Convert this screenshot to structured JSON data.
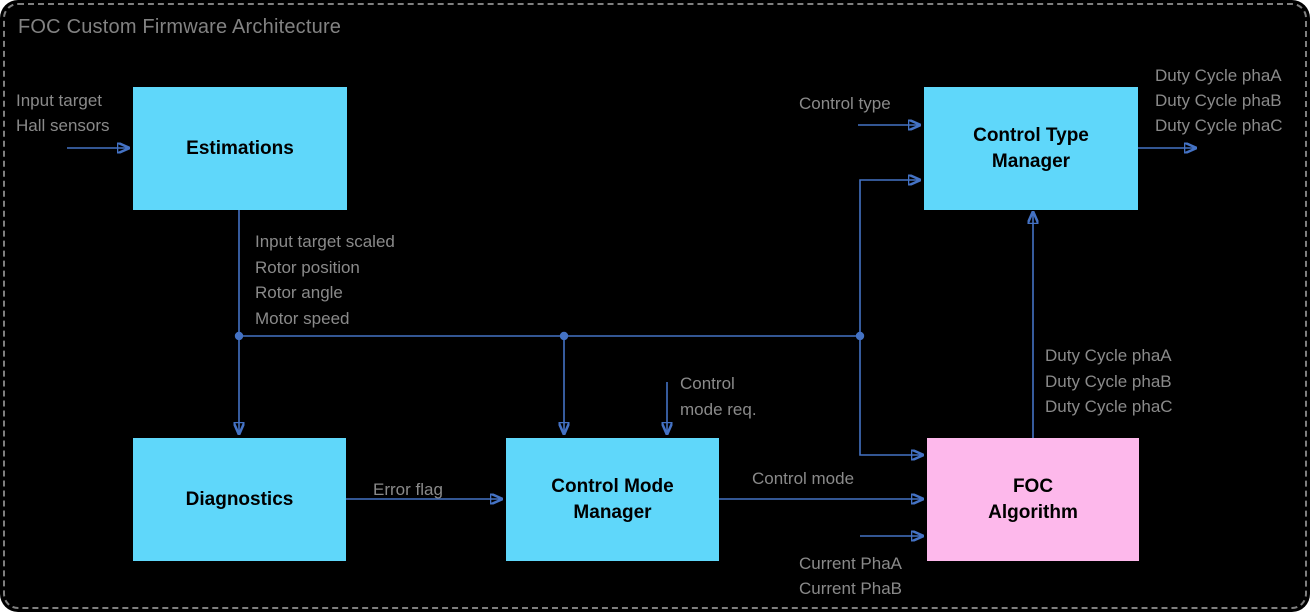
{
  "title": "FOC Custom Firmware Architecture",
  "colors": {
    "box_cyan": "#5fd7fa",
    "box_pink": "#fdb8eb",
    "line_blue": "#4472c4",
    "label_gray": "#8a8a8a",
    "title_gray": "#828282",
    "border_gray": "#7f7f7f",
    "bg_black": "#000000"
  },
  "blocks": {
    "estimations": {
      "label": "Estimations"
    },
    "control_type_manager": {
      "label": "Control Type\nManager"
    },
    "diagnostics": {
      "label": "Diagnostics"
    },
    "control_mode_manager": {
      "label": "Control Mode\nManager"
    },
    "foc_algorithm": {
      "label": "FOC\nAlgorithm"
    }
  },
  "labels": {
    "inputs_left": "Input target\nHall sensors",
    "control_type": "Control type",
    "duty_cycle_outputs": "Duty Cycle phaA\nDuty Cycle phaB\nDuty Cycle phaC",
    "estimation_outputs": "Input target scaled\nRotor position\nRotor angle\nMotor speed",
    "control_mode_req": "Control\nmode req.",
    "error_flag": "Error flag",
    "control_mode": "Control mode",
    "duty_cycle_internal": "Duty Cycle phaA\nDuty Cycle phaB\nDuty Cycle phaC",
    "currents": "Current PhaA\nCurrent PhaB"
  }
}
